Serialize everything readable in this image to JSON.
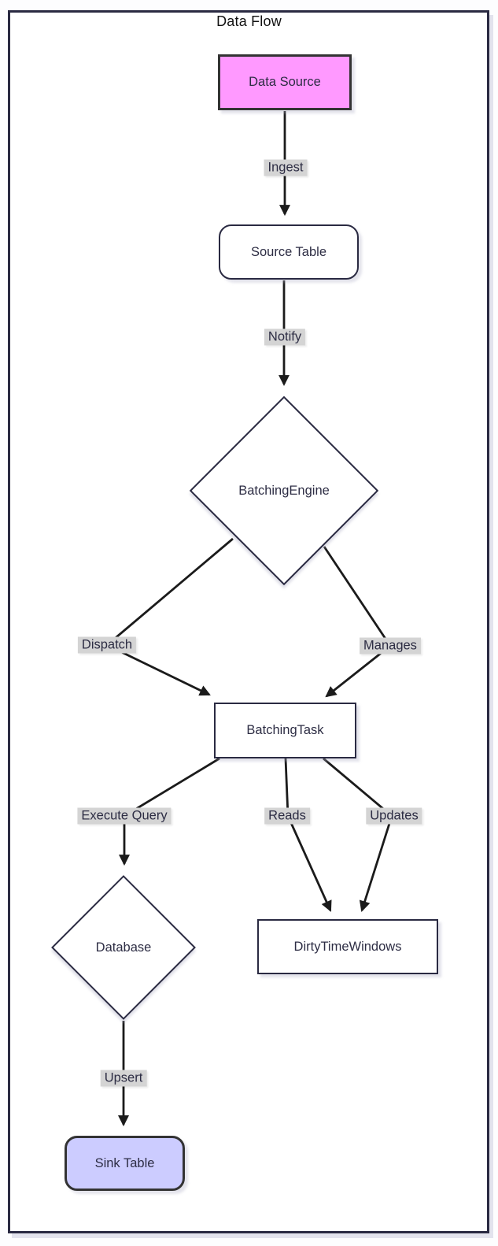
{
  "diagram": {
    "title": "Data Flow",
    "type": "flowchart",
    "nodes": [
      {
        "id": "data_source",
        "label": "Data Source",
        "shape": "rectangle",
        "fill": "#ff99ff"
      },
      {
        "id": "source_table",
        "label": "Source Table",
        "shape": "rounded",
        "fill": "#ffffff"
      },
      {
        "id": "batching_engine",
        "label": "BatchingEngine",
        "shape": "diamond",
        "fill": "#ffffff"
      },
      {
        "id": "batching_task",
        "label": "BatchingTask",
        "shape": "rectangle",
        "fill": "#ffffff"
      },
      {
        "id": "database",
        "label": "Database",
        "shape": "diamond",
        "fill": "#ffffff"
      },
      {
        "id": "dirty_time_windows",
        "label": "DirtyTimeWindows",
        "shape": "rectangle",
        "fill": "#ffffff"
      },
      {
        "id": "sink_table",
        "label": "Sink Table",
        "shape": "rounded",
        "fill": "#ccccff"
      }
    ],
    "edges": [
      {
        "from": "Data Source",
        "to": "Source Table",
        "label": "Ingest"
      },
      {
        "from": "Source Table",
        "to": "BatchingEngine",
        "label": "Notify"
      },
      {
        "from": "BatchingEngine",
        "to": "BatchingTask",
        "label": "Dispatch"
      },
      {
        "from": "BatchingEngine",
        "to": "BatchingTask",
        "label": "Manages"
      },
      {
        "from": "BatchingTask",
        "to": "Database",
        "label": "Execute Query"
      },
      {
        "from": "BatchingTask",
        "to": "DirtyTimeWindows",
        "label": "Reads"
      },
      {
        "from": "BatchingTask",
        "to": "DirtyTimeWindows",
        "label": "Updates"
      },
      {
        "from": "Database",
        "to": "Sink Table",
        "label": "Upsert"
      }
    ],
    "colors": {
      "node_stroke": "#2a2a42",
      "styled_node_stroke": "#333333",
      "edge_stroke": "#1b1b1b",
      "edge_label_background": "#d4d4d4",
      "text": "#2d2d44",
      "frame_border": "#2a2a42"
    }
  }
}
